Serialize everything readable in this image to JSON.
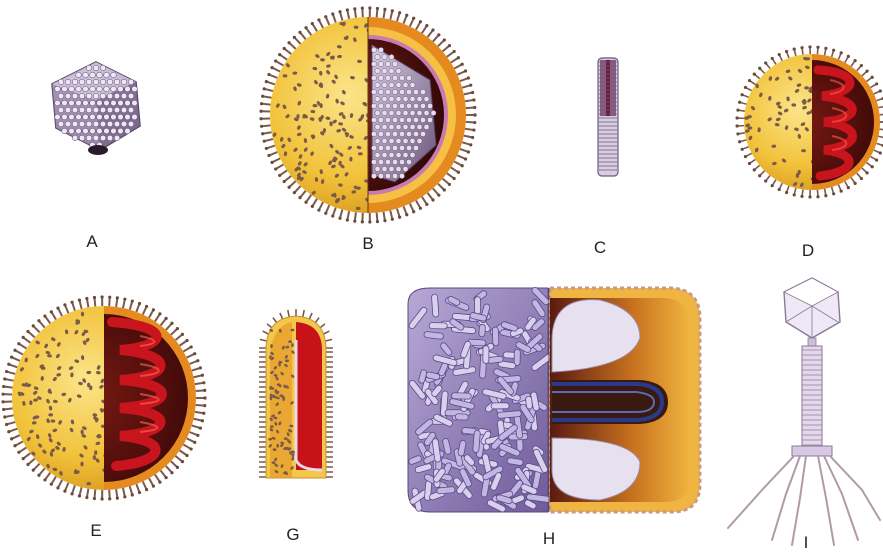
{
  "figure": {
    "labels": {
      "a": "A",
      "b": "B",
      "c": "C",
      "d": "D",
      "e": "E",
      "g": "G",
      "h": "H",
      "i": "I"
    },
    "colors": {
      "envelope_yellow": "#f2c23a",
      "envelope_orange": "#e58a1e",
      "spike_brown": "#7a5a4a",
      "capsid_lavender": "#b7a6c9",
      "capsid_dark": "#5a4466",
      "nucleic_red": "#b5121b",
      "interior_dark": "#5a1410",
      "phage_outline": "#8a7a96"
    }
  }
}
